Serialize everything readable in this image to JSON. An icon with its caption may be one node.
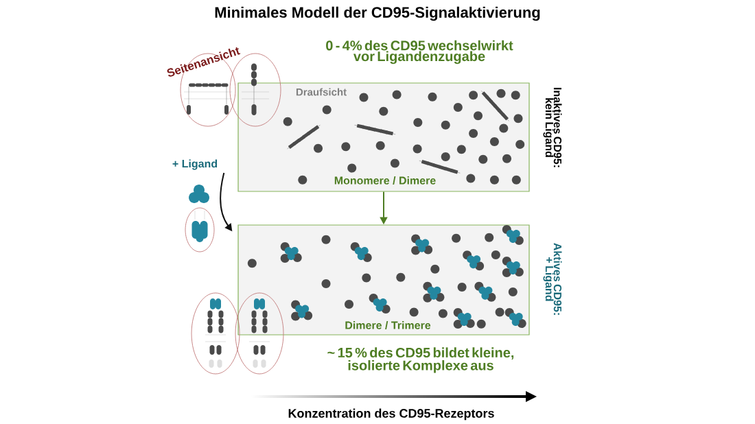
{
  "diagram": {
    "title": "Minimales Modell der CD95-Signalaktivierung",
    "nodes": [
      {
        "text": [
          "Draufsicht",
          "Monomere / Dimere"
        ],
        "beside": [
          "0 - 4% des CD95 wechselwirkt vor Ligandenzugabe",
          "Inaktives CD95: kein Ligand"
        ]
      },
      {
        "text": [
          "Dimere / Trimere"
        ],
        "beside": [
          "Aktives CD95: + Ligand",
          "~ 15 % des CD95 bildet kleine, isolierte Komplexe aus"
        ]
      },
      {
        "text": [
          "+ Ligand"
        ]
      }
    ],
    "edges": [
      {
        "from": 0,
        "to": 1,
        "arrow": "to",
        "color": "#4e7d23"
      },
      {
        "from": 2,
        "to": 1,
        "arrow": "to",
        "color": "#111111"
      }
    ],
    "labels": [
      "Seitenansicht",
      "Konzentration des CD95-Rezeptors"
    ]
  }
}
